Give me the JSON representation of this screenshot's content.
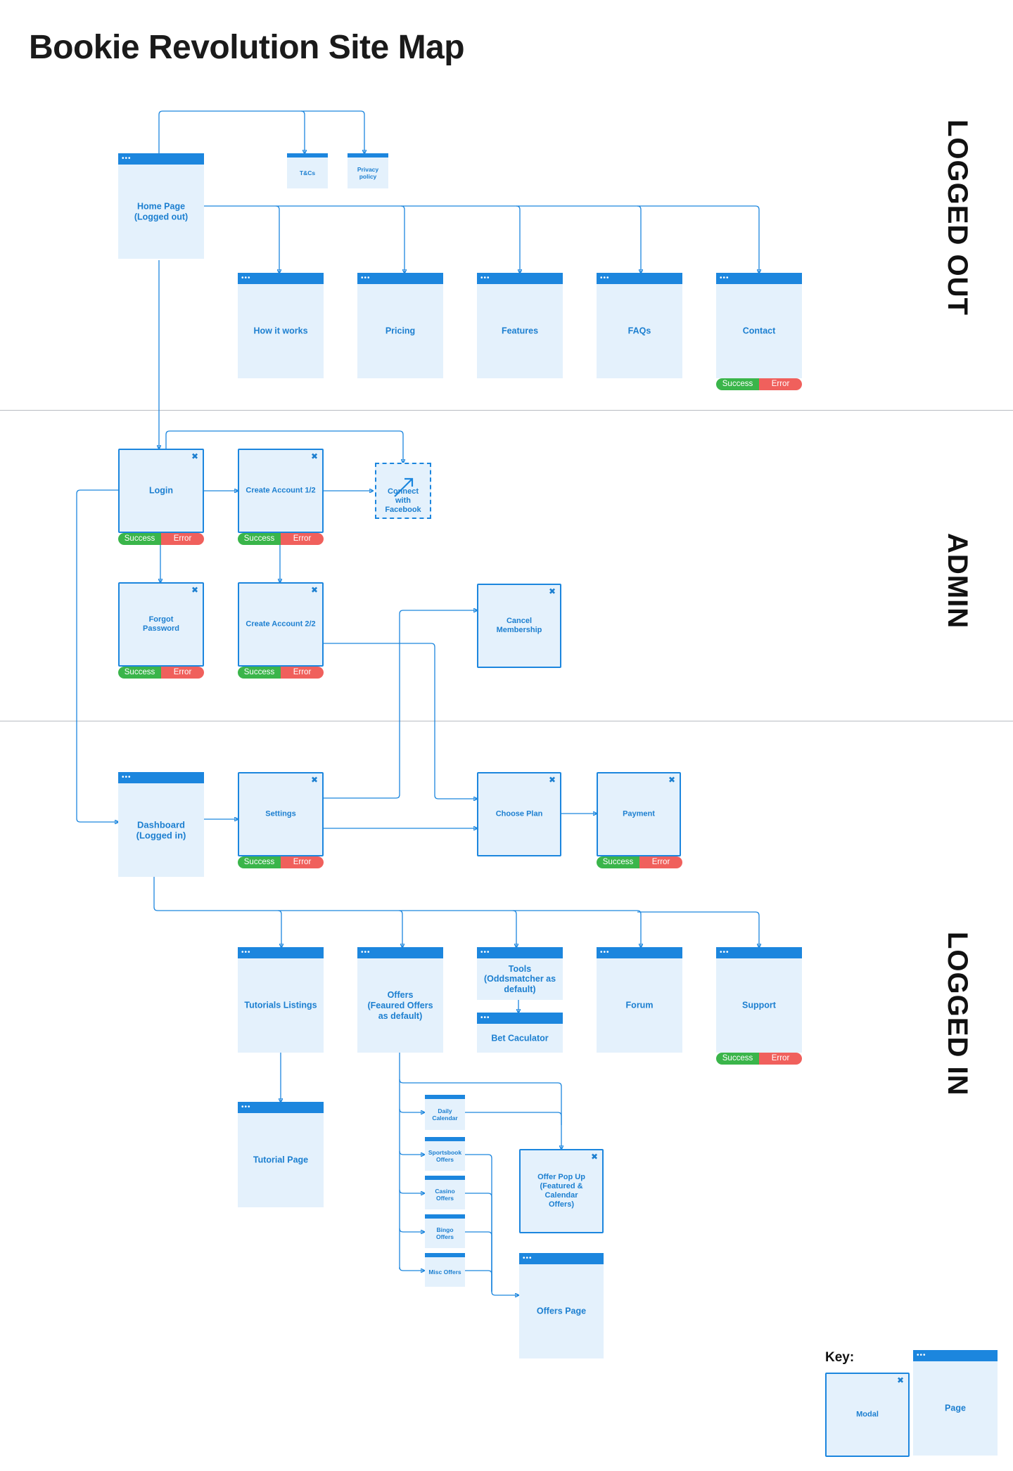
{
  "title": "Bookie Revolution Site Map",
  "sections": {
    "logged_out": "LOGGED OUT",
    "admin": "ADMIN",
    "logged_in": "LOGGED IN"
  },
  "status_labels": {
    "success": "Success",
    "error": "Error"
  },
  "nodes": {
    "home": "Home Page\n(Logged out)",
    "tcs": "T&Cs",
    "privacy": "Privacy policy",
    "how_it_works": "How it works",
    "pricing": "Pricing",
    "features": "Features",
    "faqs": "FAQs",
    "contact": "Contact",
    "login": "Login",
    "create_account_1": "Create Account 1/2",
    "connect_facebook": "Connect with Facebook",
    "forgot_password": "Forgot Password",
    "create_account_2": "Create Account 2/2",
    "cancel_membership": "Cancel Membership",
    "dashboard": "Dashboard\n(Logged in)",
    "settings": "Settings",
    "choose_plan": "Choose Plan",
    "payment": "Payment",
    "tutorials_listings": "Tutorials Listings",
    "offers": "Offers\n(Feaured Offers as default)",
    "tools": "Tools\n(Oddsmatcher as default)",
    "bet_calculator": "Bet Caculator",
    "forum": "Forum",
    "support": "Support",
    "tutorial_page": "Tutorial Page",
    "daily_calendar": "Daily Calendar",
    "sportsbook_offers": "Sportsbook Offers",
    "casino_offers": "Casino Offers",
    "bingo_offers": "Bingo Offers",
    "misc_offers": "Misc Offers",
    "offer_popup": "Offer Pop Up (Featured & Calendar Offers)",
    "offers_page": "Offers Page"
  },
  "key": {
    "title": "Key:",
    "modal": "Modal",
    "page": "Page"
  },
  "icons": {
    "modal_close": "close-icon",
    "facebook_connect": "arrow-link-icon"
  },
  "colors": {
    "primary": "#1c86de",
    "box_fill": "#e4f1fc",
    "success": "#3ab54a",
    "error": "#f0605c"
  }
}
